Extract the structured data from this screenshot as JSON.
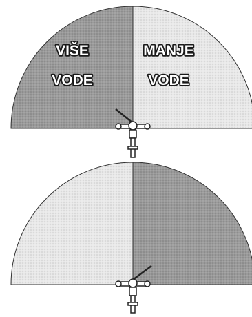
{
  "diagrams": [
    {
      "left_shade": "dark",
      "right_shade": "light",
      "handle_direction": "left",
      "labels": {
        "left_line1": "VIŠE",
        "left_line2": "VODE",
        "right_line1": "MANJE",
        "right_line2": "VODE"
      }
    },
    {
      "left_shade": "light",
      "right_shade": "dark",
      "handle_direction": "right"
    }
  ],
  "colors": {
    "dark_fill": "#9e9e9e",
    "light_fill": "#e6e6e6",
    "outline": "#333333",
    "text_fill": "#ffffff",
    "text_stroke": "#1a1a1a"
  }
}
